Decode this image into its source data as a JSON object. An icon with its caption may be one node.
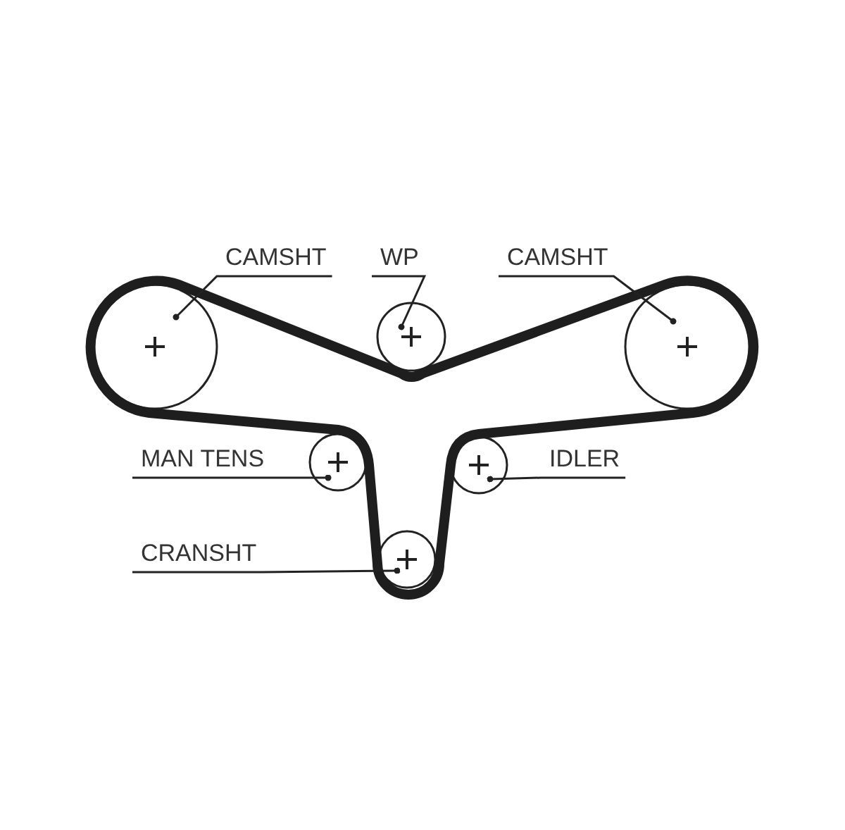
{
  "diagram": {
    "nodes": [
      {
        "text": [
          "CAMSHT"
        ]
      },
      {
        "text": [
          "WP"
        ]
      },
      {
        "text": [
          "CAMSHT"
        ]
      },
      {
        "text": [
          "MAN TENS"
        ]
      },
      {
        "text": [
          "IDLER"
        ]
      },
      {
        "text": [
          "CRANSHT"
        ]
      },
      {
        "text": [],
        "shape": "circle"
      },
      {
        "text": [],
        "shape": "circle"
      },
      {
        "text": [],
        "shape": "circle"
      },
      {
        "text": [],
        "shape": "circle"
      },
      {
        "text": [],
        "shape": "circle"
      },
      {
        "text": [],
        "shape": "circle"
      }
    ],
    "edges": [
      {
        "from": 0,
        "to": 6,
        "arrow": "other"
      },
      {
        "from": 1,
        "to": 7,
        "arrow": "other"
      },
      {
        "from": 2,
        "to": 8,
        "arrow": "other"
      },
      {
        "from": 3,
        "to": 9,
        "arrow": "other"
      },
      {
        "from": 4,
        "to": 10,
        "arrow": "other"
      },
      {
        "from": 5,
        "to": 11,
        "arrow": "other"
      }
    ]
  }
}
